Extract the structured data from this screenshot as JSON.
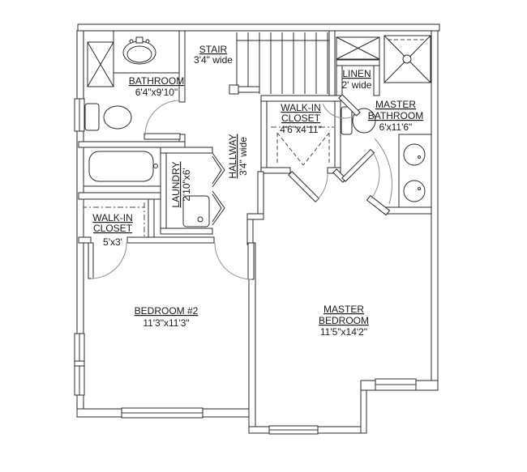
{
  "drawing": {
    "background": "#ffffff",
    "ink": "#2b2b2b",
    "door_arc_color": "#8f8f8f",
    "text_color": "#1a1a1a"
  },
  "rooms": {
    "bathroom": {
      "name": "BATHROOM",
      "dims": "6'4\"x9'10\""
    },
    "stair": {
      "name": "STAIR",
      "note": "3'4\" wide"
    },
    "hallway": {
      "name": "HALLWAY",
      "note": "3'4\" wide"
    },
    "laundry": {
      "name": "LAUNDRY",
      "dims": "2'10\"x6'"
    },
    "linen": {
      "name": "LINEN",
      "note": "2' wide"
    },
    "master_bathroom": {
      "name1": "MASTER",
      "name2": "BATHROOM",
      "dims": "6'x11'6\""
    },
    "master_closet": {
      "name1": "WALK-IN",
      "name2": "CLOSET",
      "dims": "4'6\"x4'11\""
    },
    "bedroom2_closet": {
      "name1": "WALK-IN",
      "name2": "CLOSET",
      "dims": "5'x3'"
    },
    "bedroom2": {
      "name": "BEDROOM #2",
      "dims": "11'3\"x11'3\""
    },
    "master_bedroom": {
      "name1": "MASTER",
      "name2": "BEDROOM",
      "dims": "11'5\"x14'2\""
    }
  }
}
